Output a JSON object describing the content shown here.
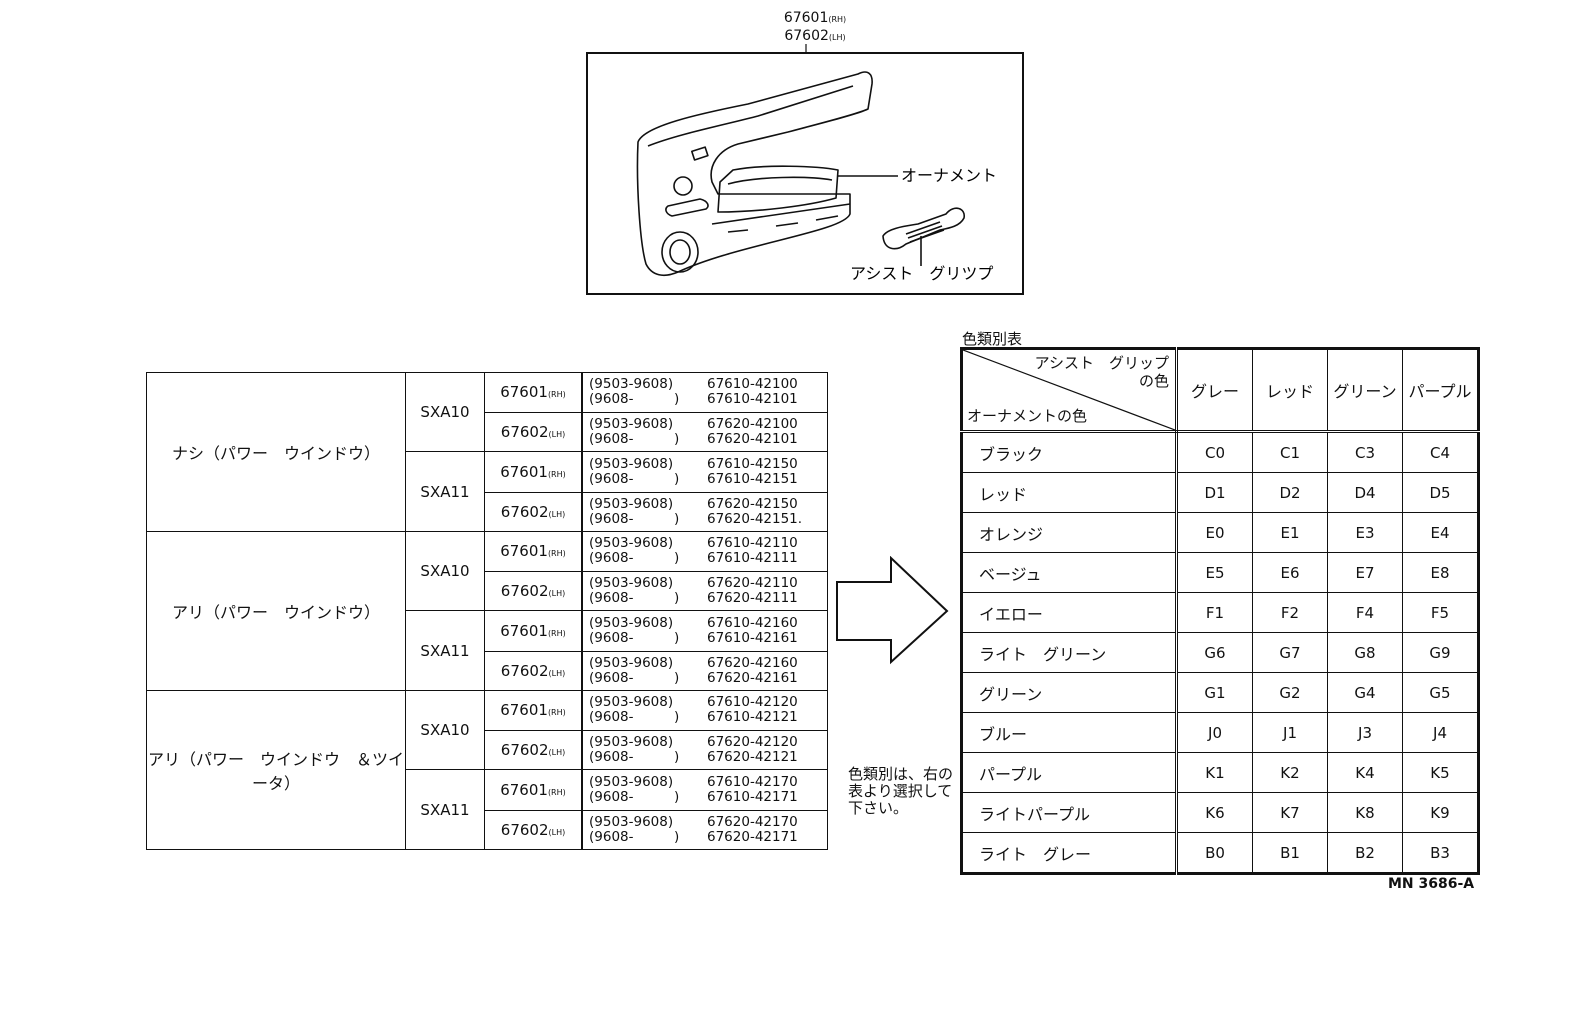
{
  "illustration": {
    "part_rh": "67601",
    "part_rh_side": "(RH)",
    "part_lh": "67602",
    "part_lh_side": "(LH)",
    "label_ornament": "オーナメント",
    "label_assist_grip": "アシスト　グリツプ"
  },
  "application_table": {
    "groups": [
      {
        "option": "ナシ（パワー　ウインドウ）",
        "models": [
          {
            "model": "SXA10",
            "parts": [
              {
                "part": "67601",
                "side": "(RH)",
                "rows": [
                  [
                    "(9503-9608)",
                    "67610-42100"
                  ],
                  [
                    "(9608-　　　)",
                    "67610-42101"
                  ]
                ]
              },
              {
                "part": "67602",
                "side": "(LH)",
                "rows": [
                  [
                    "(9503-9608)",
                    "67620-42100"
                  ],
                  [
                    "(9608-　　　)",
                    "67620-42101"
                  ]
                ]
              }
            ]
          },
          {
            "model": "SXA11",
            "parts": [
              {
                "part": "67601",
                "side": "(RH)",
                "rows": [
                  [
                    "(9503-9608)",
                    "67610-42150"
                  ],
                  [
                    "(9608-　　　)",
                    "67610-42151"
                  ]
                ]
              },
              {
                "part": "67602",
                "side": "(LH)",
                "rows": [
                  [
                    "(9503-9608)",
                    "67620-42150"
                  ],
                  [
                    "(9608-　　　)",
                    "67620-42151."
                  ]
                ]
              }
            ]
          }
        ]
      },
      {
        "option": "アリ（パワー　ウインドウ）",
        "models": [
          {
            "model": "SXA10",
            "parts": [
              {
                "part": "67601",
                "side": "(RH)",
                "rows": [
                  [
                    "(9503-9608)",
                    "67610-42110"
                  ],
                  [
                    "(9608-　　　)",
                    "67610-42111"
                  ]
                ]
              },
              {
                "part": "67602",
                "side": "(LH)",
                "rows": [
                  [
                    "(9503-9608)",
                    "67620-42110"
                  ],
                  [
                    "(9608-　　　)",
                    "67620-42111"
                  ]
                ]
              }
            ]
          },
          {
            "model": "SXA11",
            "parts": [
              {
                "part": "67601",
                "side": "(RH)",
                "rows": [
                  [
                    "(9503-9608)",
                    "67610-42160"
                  ],
                  [
                    "(9608-　　　)",
                    "67610-42161"
                  ]
                ]
              },
              {
                "part": "67602",
                "side": "(LH)",
                "rows": [
                  [
                    "(9503-9608)",
                    "67620-42160"
                  ],
                  [
                    "(9608-　　　)",
                    "67620-42161"
                  ]
                ]
              }
            ]
          }
        ]
      },
      {
        "option": "アリ（パワー　ウインドウ　＆ツイータ）",
        "models": [
          {
            "model": "SXA10",
            "parts": [
              {
                "part": "67601",
                "side": "(RH)",
                "rows": [
                  [
                    "(9503-9608)",
                    "67610-42120"
                  ],
                  [
                    "(9608-　　　)",
                    "67610-42121"
                  ]
                ]
              },
              {
                "part": "67602",
                "side": "(LH)",
                "rows": [
                  [
                    "(9503-9608)",
                    "67620-42120"
                  ],
                  [
                    "(9608-　　　)",
                    "67620-42121"
                  ]
                ]
              }
            ]
          },
          {
            "model": "SXA11",
            "parts": [
              {
                "part": "67601",
                "side": "(RH)",
                "rows": [
                  [
                    "(9503-9608)",
                    "67610-42170"
                  ],
                  [
                    "(9608-　　　)",
                    "67610-42171"
                  ]
                ]
              },
              {
                "part": "67602",
                "side": "(LH)",
                "rows": [
                  [
                    "(9503-9608)",
                    "67620-42170"
                  ],
                  [
                    "(9608-　　　)",
                    "67620-42171"
                  ]
                ]
              }
            ]
          }
        ]
      }
    ]
  },
  "note": "色類別は、右の表より選択して下さい。",
  "color_table": {
    "caption": "色類別表",
    "corner_top": "アシスト　グリップの色",
    "corner_bottom": "オーナメントの色",
    "grip_colors": [
      "グレー",
      "レッド",
      "グリーン",
      "パープル"
    ],
    "rows": [
      {
        "ornament": "ブラック",
        "codes": [
          "C0",
          "C1",
          "C3",
          "C4"
        ]
      },
      {
        "ornament": "レッド",
        "codes": [
          "D1",
          "D2",
          "D4",
          "D5"
        ]
      },
      {
        "ornament": "オレンジ",
        "codes": [
          "E0",
          "E1",
          "E3",
          "E4"
        ]
      },
      {
        "ornament": "ベージュ",
        "codes": [
          "E5",
          "E6",
          "E7",
          "E8"
        ]
      },
      {
        "ornament": "イエロー",
        "codes": [
          "F1",
          "F2",
          "F4",
          "F5"
        ]
      },
      {
        "ornament": "ライト　グリーン",
        "codes": [
          "G6",
          "G7",
          "G8",
          "G9"
        ]
      },
      {
        "ornament": "グリーン",
        "codes": [
          "G1",
          "G2",
          "G4",
          "G5"
        ]
      },
      {
        "ornament": "ブルー",
        "codes": [
          "J0",
          "J1",
          "J3",
          "J4"
        ]
      },
      {
        "ornament": "パープル",
        "codes": [
          "K1",
          "K2",
          "K4",
          "K5"
        ]
      },
      {
        "ornament": "ライトパープル",
        "codes": [
          "K6",
          "K7",
          "K8",
          "K9"
        ]
      },
      {
        "ornament": "ライト　グレー",
        "codes": [
          "B0",
          "B1",
          "B2",
          "B3"
        ]
      }
    ]
  },
  "catalog_code": "MN 3686-A"
}
